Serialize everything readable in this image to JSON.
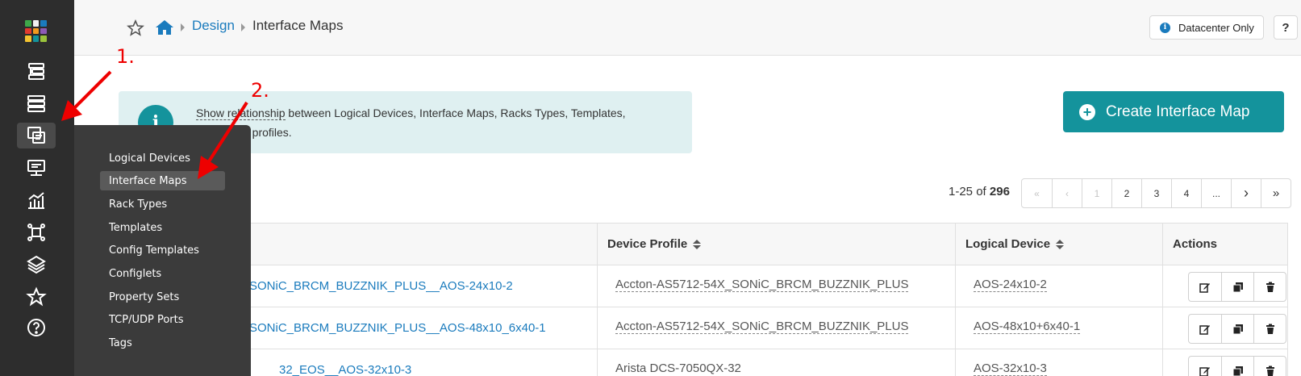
{
  "colors": {
    "rail_bg": "#2d2d2d",
    "flyout_bg": "#3b3b3b",
    "accent_teal": "#14939c",
    "link_blue": "#1a7bbd",
    "info_bg": "#dff0f1",
    "annotation_red": "#e00000"
  },
  "rail": {
    "items": [
      {
        "icon": "blueprints-icon"
      },
      {
        "icon": "devices-icon"
      },
      {
        "icon": "design-icon",
        "active": true
      },
      {
        "icon": "resources-icon"
      },
      {
        "icon": "analytics-icon"
      },
      {
        "icon": "external-systems-icon"
      },
      {
        "icon": "layers-icon"
      },
      {
        "icon": "favorites-star-icon"
      },
      {
        "icon": "help-circle-icon"
      }
    ]
  },
  "flyout": {
    "items": [
      {
        "label": "Logical Devices"
      },
      {
        "label": "Interface Maps",
        "active": true
      },
      {
        "label": "Rack Types"
      },
      {
        "label": "Templates"
      },
      {
        "label": "Config Templates"
      },
      {
        "label": "Configlets"
      },
      {
        "label": "Property Sets"
      },
      {
        "label": "TCP/UDP Ports"
      },
      {
        "label": "Tags"
      }
    ]
  },
  "header": {
    "breadcrumb_parent": "Design",
    "breadcrumb_current": "Interface Maps",
    "badge_label": "Datacenter Only",
    "help_label": "?"
  },
  "info_panel": {
    "link_text": "Show relationship",
    "text_line1_rest": " between Logical Devices, Interface Maps, Racks Types, Templates,",
    "text_line2": "e profiles."
  },
  "create_button": {
    "label": "Create Interface Map"
  },
  "pagination": {
    "range": "1-25",
    "of_label": "of",
    "total": "296",
    "buttons": [
      "«",
      "‹",
      "1",
      "2",
      "3",
      "4",
      "...",
      "›",
      "»"
    ]
  },
  "table": {
    "columns": [
      "Device Profile",
      "Logical Device",
      "Actions"
    ],
    "rows": [
      {
        "name": "SONiC_BRCM_BUZZNIK_PLUS__AOS-24x10-2",
        "device_profile": "Accton-AS5712-54X_SONiC_BRCM_BUZZNIK_PLUS",
        "logical_device": "AOS-24x10-2"
      },
      {
        "name": "SONiC_BRCM_BUZZNIK_PLUS__AOS-48x10_6x40-1",
        "device_profile": "Accton-AS5712-54X_SONiC_BRCM_BUZZNIK_PLUS",
        "logical_device": "AOS-48x10+6x40-1"
      },
      {
        "name": "32_EOS__AOS-32x10-3",
        "device_profile": "Arista DCS-7050QX-32",
        "logical_device": "AOS-32x10-3"
      }
    ]
  },
  "annotations": {
    "step1": "1.",
    "step2": "2."
  }
}
